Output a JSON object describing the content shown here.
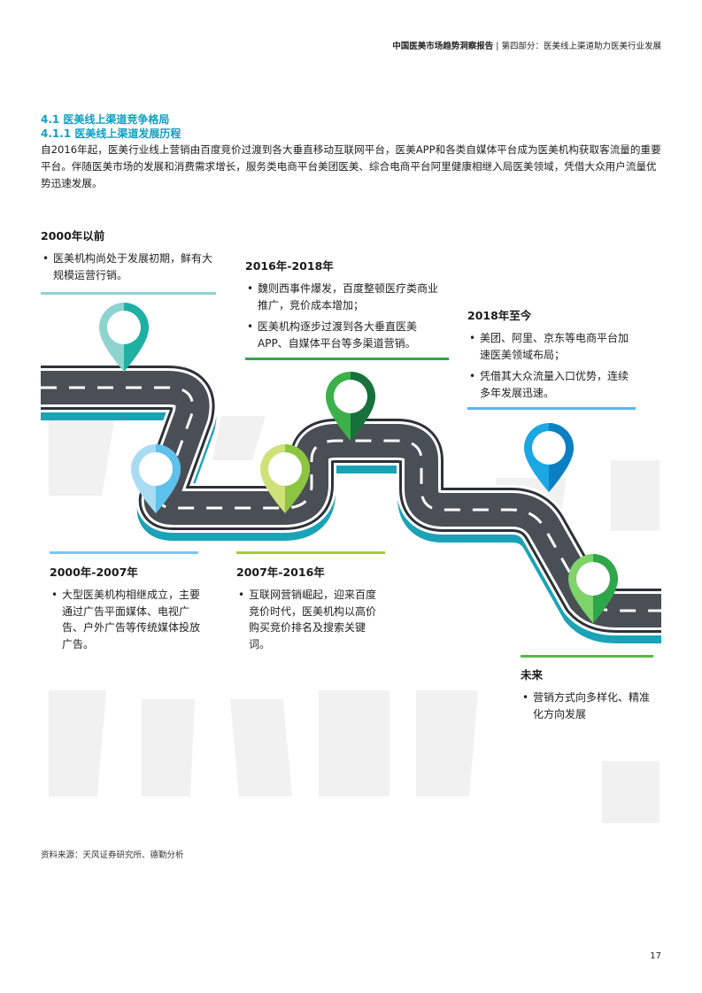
{
  "header": {
    "report_title": "中国医美市场趋势洞察报告",
    "section": "第四部分：医美线上渠道助力医美行业发展"
  },
  "section_title": "4.1 医美线上渠道竞争格局",
  "subsection_title": "4.1.1 医美线上渠道发展历程",
  "intro": "自2016年起，医美行业线上营销由百度竞价过渡到各大垂直移动互联网平台，医美APP和各类自媒体平台成为医美机构获取客流量的重要平台。伴随医美市场的发展和消费需求增长，服务类电商平台美团医美、综合电商平台阿里健康相继入局医美领域，凭借大众用户流量优势迅速发展。",
  "timeline": [
    {
      "period": "2000年以前",
      "points": [
        "医美机构尚处于发展初期，鲜有大规模运营行销。"
      ],
      "color": "#8fd3cf"
    },
    {
      "period": "2000年-2007年",
      "points": [
        "大型医美机构相继成立，主要通过广告平面媒体、电视广告、户外广告等传统媒体投放广告。"
      ],
      "color": "#7cc6ec"
    },
    {
      "period": "2007年-2016年",
      "points": [
        "互联网营销崛起，迎来百度竞价时代，医美机构以高价购买竞价排名及搜索关键词。"
      ],
      "color": "#a6cc3a"
    },
    {
      "period": "2016年-2018年",
      "points": [
        "魏则西事件爆发，百度整顿医疗类商业推广，竞价成本增加；",
        "医美机构逐步过渡到各大垂直医美APP、自媒体平台等多渠道营销。"
      ],
      "color": "#2da84a"
    },
    {
      "period": "2018年至今",
      "points": [
        "美团、阿里、京东等电商平台加速医美领域布局；",
        "凭借其大众流量入口优势，连续多年发展迅速。"
      ],
      "color": "#58b8e6"
    },
    {
      "period": "未来",
      "points": [
        "营销方式向多样化、精准化方向发展"
      ],
      "color": "#59b847"
    }
  ],
  "source": "资料来源：天风证券研究所、德勤分析",
  "page_number": "17"
}
